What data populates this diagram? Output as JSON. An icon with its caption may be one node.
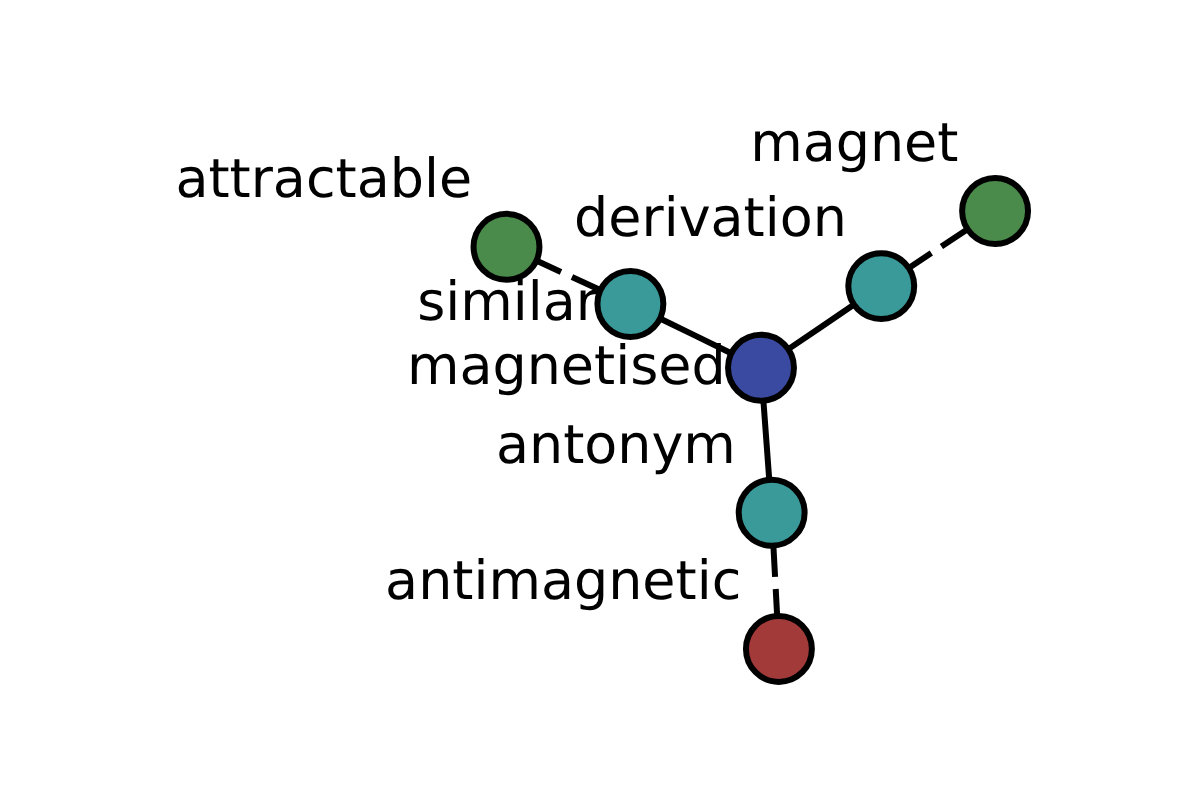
{
  "diagram": {
    "nodes": [
      {
        "text": [
          "antimagnetic"
        ]
      },
      {
        "text": [
          "magnet"
        ]
      },
      {
        "text": [
          "antonym"
        ]
      },
      {
        "text": [
          "derivation"
        ]
      },
      {
        "text": [
          "magnetised"
        ]
      },
      {
        "text": [
          "similar"
        ]
      },
      {
        "text": [
          "attractable"
        ]
      }
    ],
    "edges": [
      {
        "from": 2,
        "to": 0,
        "arrow": "none",
        "style": "dashed"
      },
      {
        "from": 1,
        "to": 3,
        "arrow": "none",
        "style": "dashed"
      },
      {
        "from": 3,
        "to": 4,
        "arrow": "none"
      },
      {
        "from": 4,
        "to": 2,
        "arrow": "none"
      },
      {
        "from": 4,
        "to": 5,
        "arrow": "none"
      },
      {
        "from": 5,
        "to": 6,
        "arrow": "none",
        "style": "dashed"
      }
    ]
  }
}
